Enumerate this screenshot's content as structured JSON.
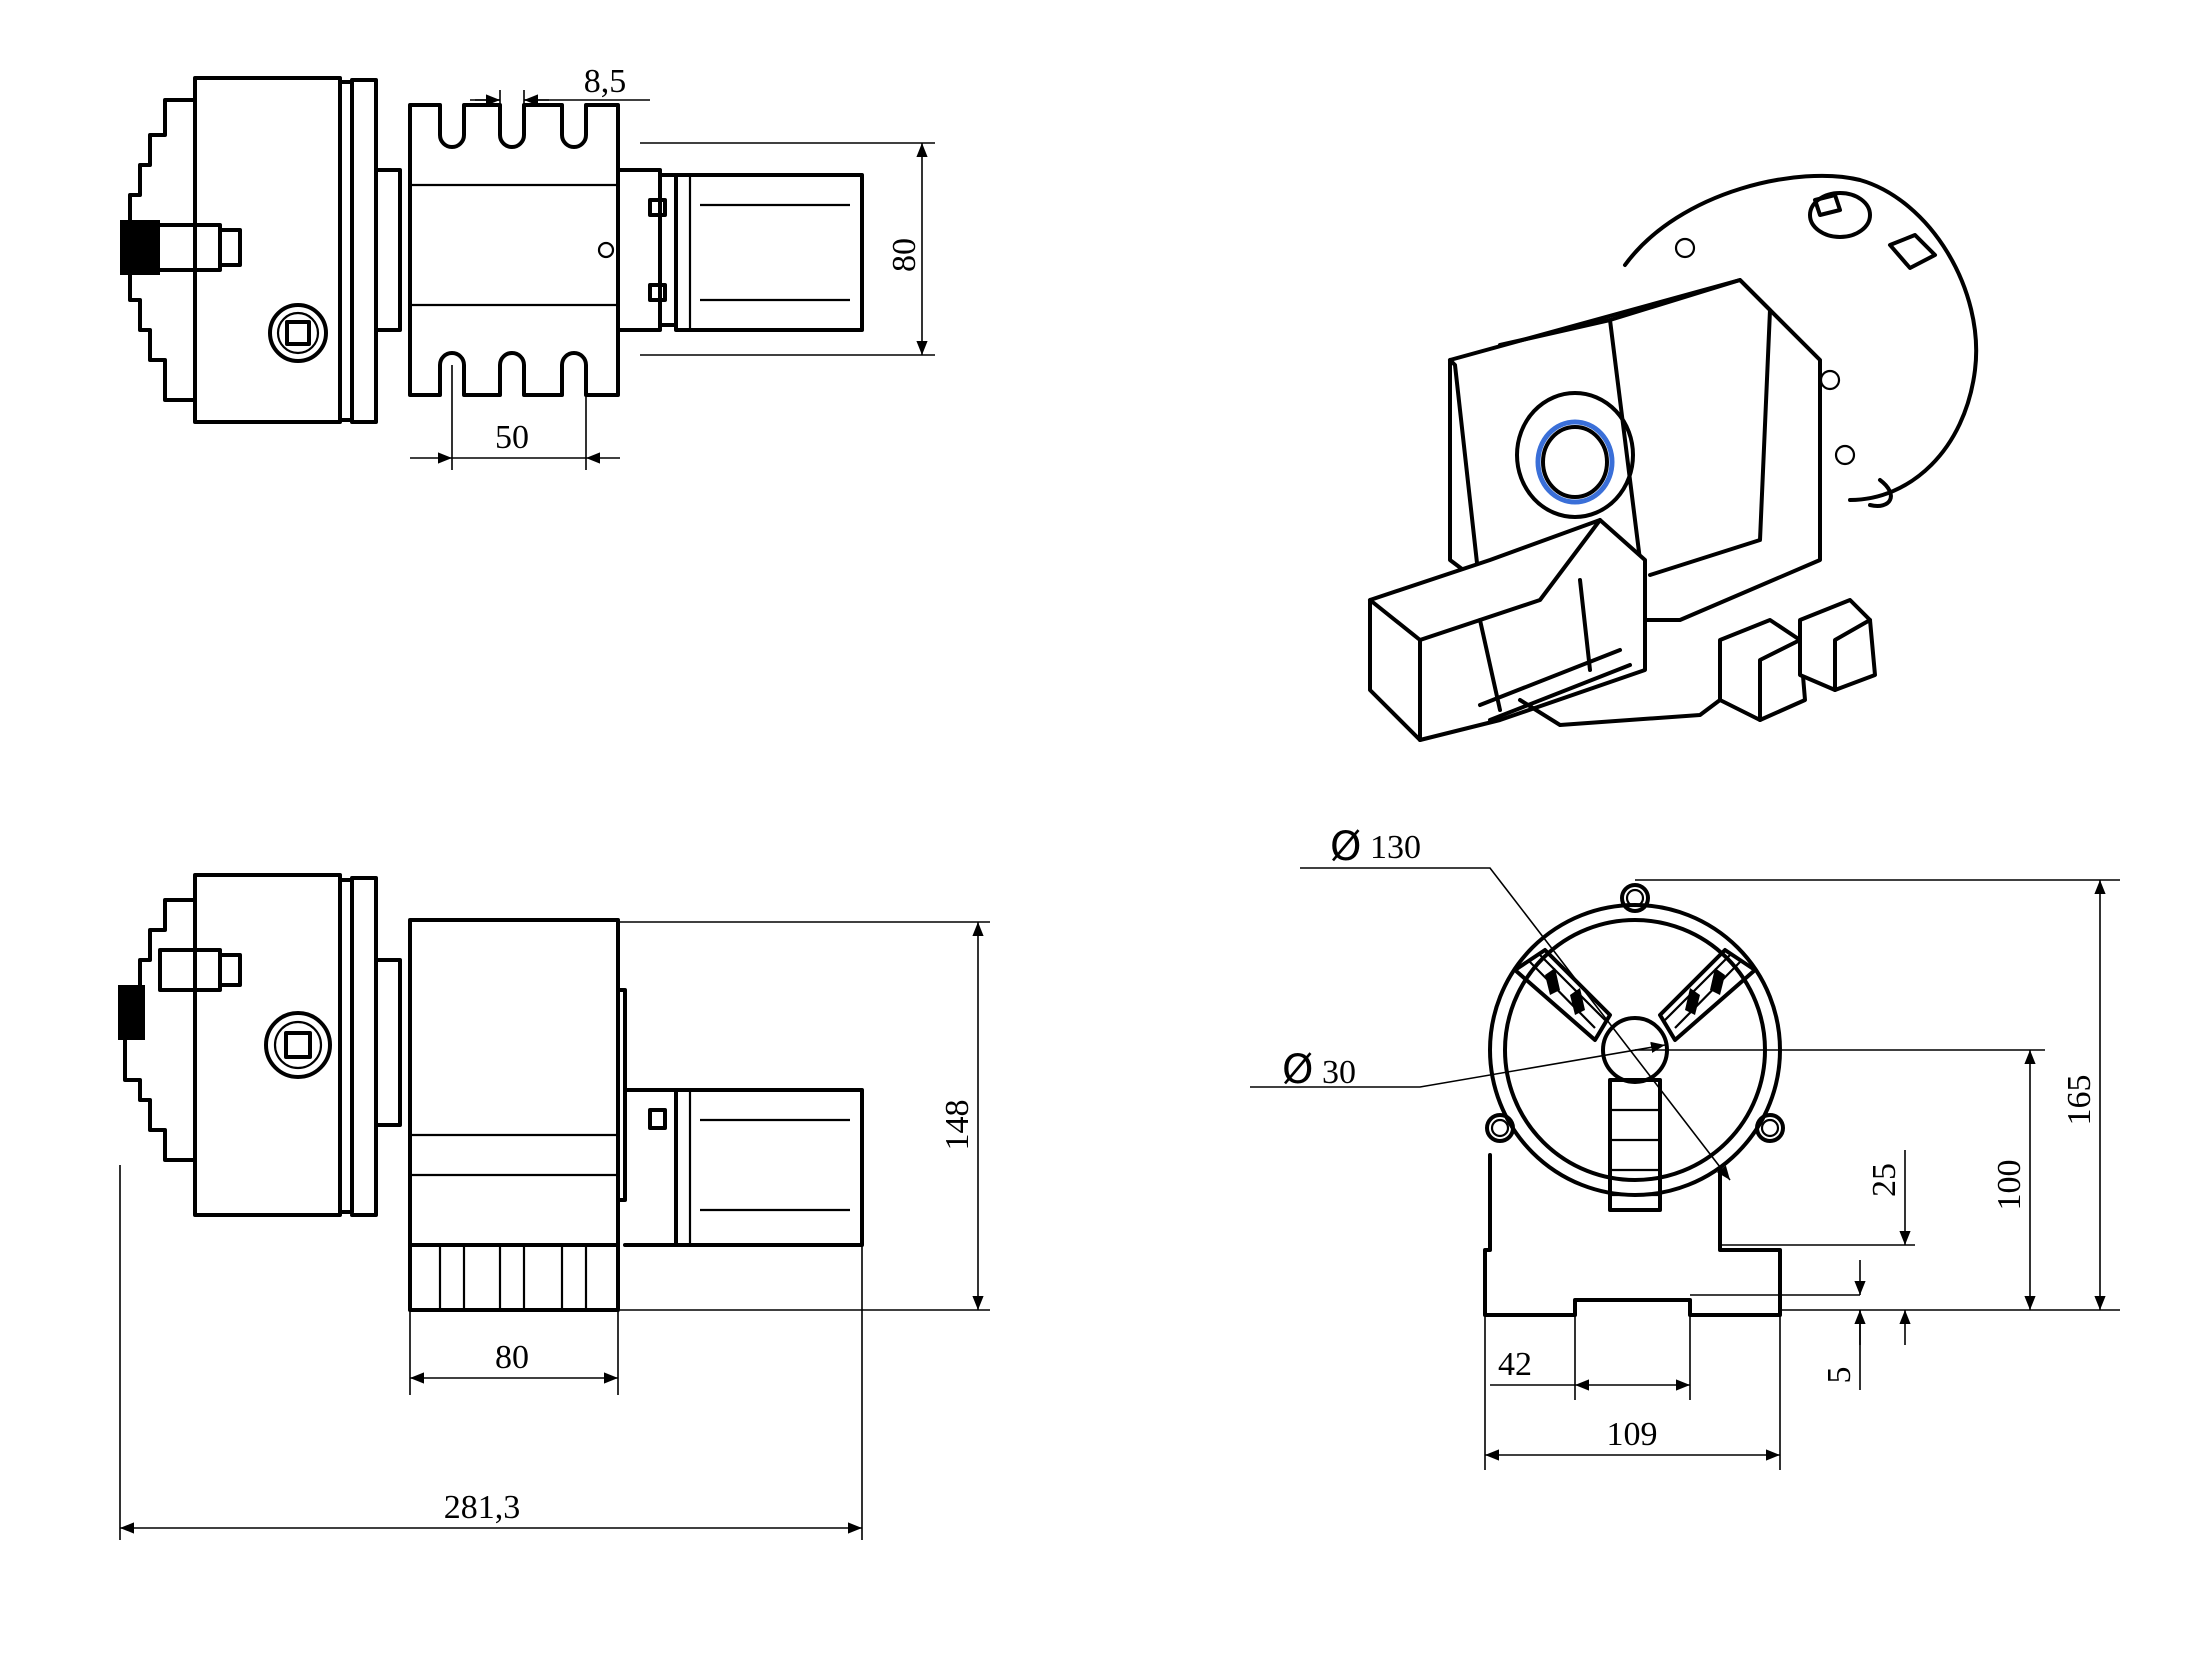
{
  "drawing": {
    "dimensions": {
      "slot_width": "8,5",
      "slot_pitch": "50",
      "shaft_height": "80",
      "body_width": "80",
      "overall_height": "148",
      "overall_length": "281,3",
      "chuck_diameter": "130",
      "bore_diameter": "30",
      "base_slot": "42",
      "base_width": "109",
      "base_step": "5",
      "base_height": "25",
      "center_height": "100",
      "total_height": "165"
    },
    "colors": {
      "line": "#000000",
      "bore_highlight": "#3a6fd8",
      "background": "#ffffff"
    },
    "symbols": {
      "diameter": "Ø"
    }
  }
}
